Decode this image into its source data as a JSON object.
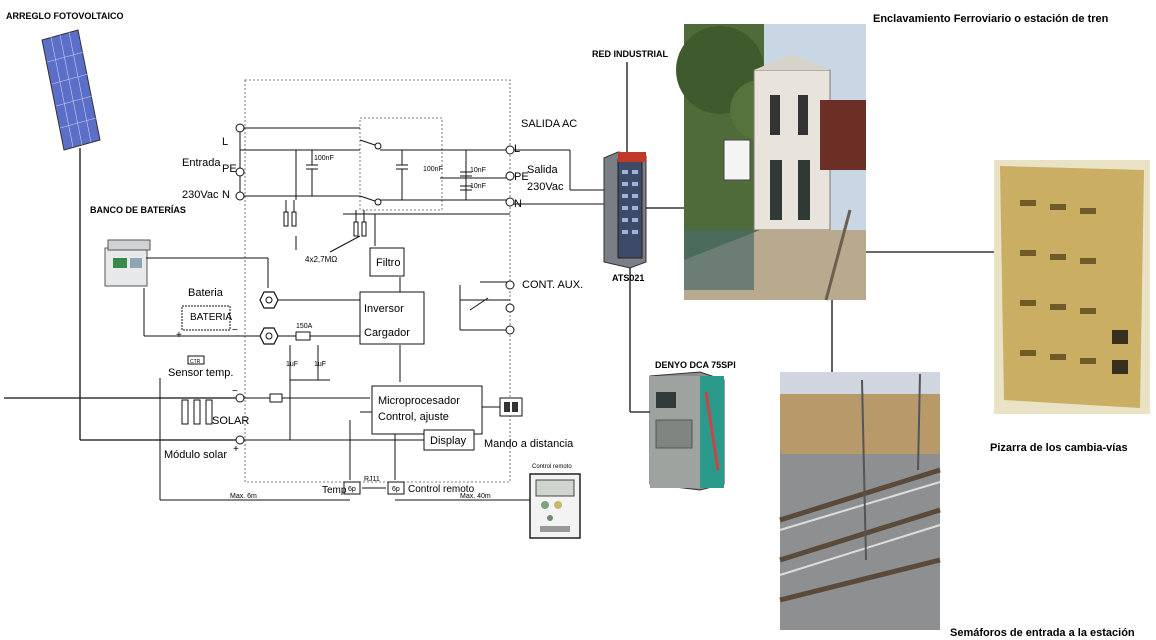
{
  "titles": {
    "pv_array": "ARREGLO FOTOVOLTAICO",
    "battery_bank": "BANCO DE BATERÍAS",
    "industrial_network": "RED INDUSTRIAL",
    "ats": "ATS021",
    "generator": "DENYO DCA 75SPI",
    "station": "Enclavamiento Ferroviario o estación de tren",
    "switch_board": "Pizarra de los cambia-vías",
    "signals": "Semáforos de entrada a la estación"
  },
  "schematic": {
    "input_L": "L",
    "input_PE": "PE",
    "input_N": "N",
    "entrada": "Entrada",
    "vac_in": "230Vac",
    "cap1": "100nF",
    "cap2": "100nF",
    "cap3": "10nF",
    "cap4": "10nF",
    "resistors": "4x2,7MΩ",
    "salida_ac": "SALIDA AC",
    "out_L": "L",
    "out_PE": "PE",
    "out_N": "N",
    "salida": "Salida",
    "vac_out": "230Vac",
    "filtro": "Filtro",
    "cont_aux": "CONT. AUX.",
    "bateria": "Bateria",
    "bateria_box": "BATERIA",
    "fuse": "150A",
    "inversor": "Inversor",
    "cargador": "Cargador",
    "sensor_temp": "Sensor temp.",
    "ctr": "CTR",
    "cap_small1": "1uF",
    "cap_small2": "1uF",
    "solar": "SOLAR",
    "modulo_solar": "Módulo solar",
    "micro": "Microprocesador",
    "control_ajuste": "Control, ajuste",
    "display": "Display",
    "mando": "Mando a distancia",
    "control_remoto_small": "Control remoto",
    "temp": "Temp",
    "rj11": "RJ11",
    "port1": "6p",
    "port2": "6p",
    "control_remoto": "Control remoto",
    "max6": "Max. 6m",
    "max40": "Max. 40m"
  },
  "colors": {
    "line": "#111111",
    "dashed": "#555555",
    "panel": "#6a7fd0",
    "photo_sky": "#c9d6e3"
  }
}
